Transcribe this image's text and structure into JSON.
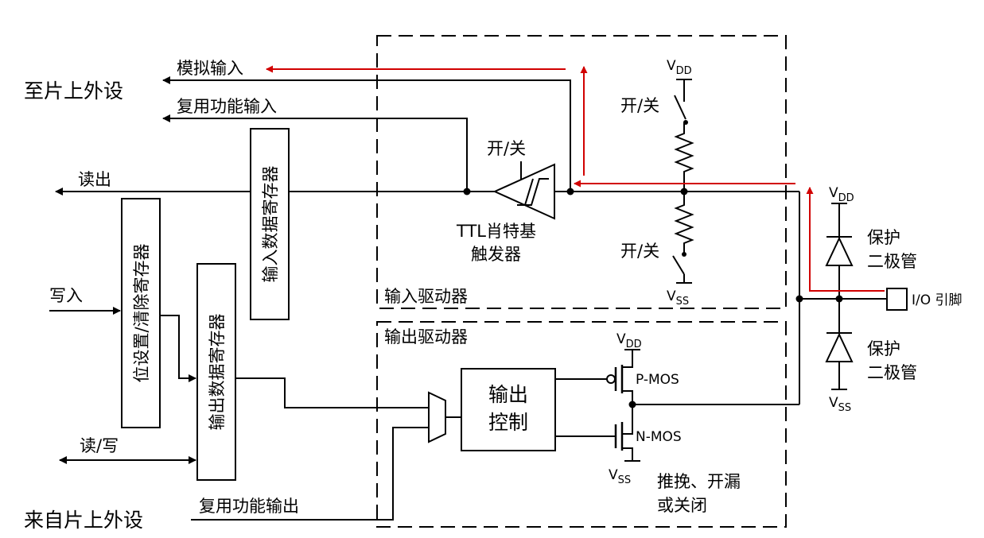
{
  "labels": {
    "to_peripheral": "至片上外设",
    "from_peripheral": "来自片上外设",
    "analog_input": "模拟输入",
    "alt_func_input": "复用功能输入",
    "read_out": "读出",
    "write_in": "写入",
    "read_write": "读/写",
    "alt_func_output": "复用功能输出",
    "input_data_register": "输入数据寄存器",
    "bit_set_reset_register": "位设置/清除寄存器",
    "output_data_register": "输出数据寄存器",
    "on_off_trigger": "开/关",
    "ttl_schmitt_line1": "TTL肖特基",
    "ttl_schmitt_line2": "触发器",
    "on_off_pullup": "开/关",
    "on_off_pulldown": "开/关",
    "input_driver": "输入驱动器",
    "output_driver": "输出驱动器",
    "output_control_line1": "输出",
    "output_control_line2": "控制",
    "p_mos": "P-MOS",
    "n_mos": "N-MOS",
    "mode_line1": "推挽、开漏",
    "mode_line2": "或关闭",
    "protect_diode_top_1": "保护",
    "protect_diode_top_2": "二极管",
    "protect_diode_bottom_1": "保护",
    "protect_diode_bottom_2": "二极管",
    "io_pin": "I/O 引脚",
    "v": "V",
    "dd": "DD",
    "ss": "SS"
  },
  "colors": {
    "line": "#000000",
    "signal_path": "#d10000",
    "background": "#ffffff"
  }
}
